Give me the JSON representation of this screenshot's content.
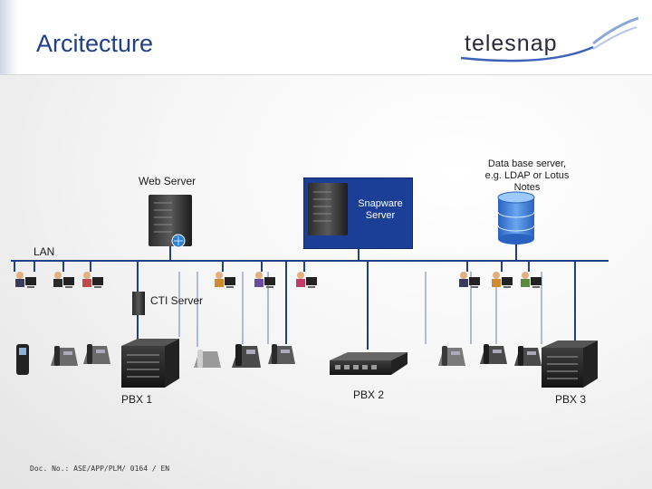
{
  "slide": {
    "title": "Arcitecture",
    "logo_text": "telesnap",
    "footer": "Doc. No.: ASE/APP/PLM/ 0164 / EN"
  },
  "nodes": {
    "web_server": "Web Server",
    "snapware_server": "Snapware Server",
    "database_server": [
      "Data base server,",
      "e.g. LDAP or Lotus",
      "Notes"
    ],
    "lan": "LAN",
    "cti_server": "CTI Server",
    "pbx1": "PBX 1",
    "pbx2": "PBX 2",
    "pbx3": "PBX 3"
  },
  "colors": {
    "title": "#1f3f86",
    "network_line": "#1f3f86",
    "snapware_box": "#1b3f96",
    "database": "#3a7bd5"
  }
}
